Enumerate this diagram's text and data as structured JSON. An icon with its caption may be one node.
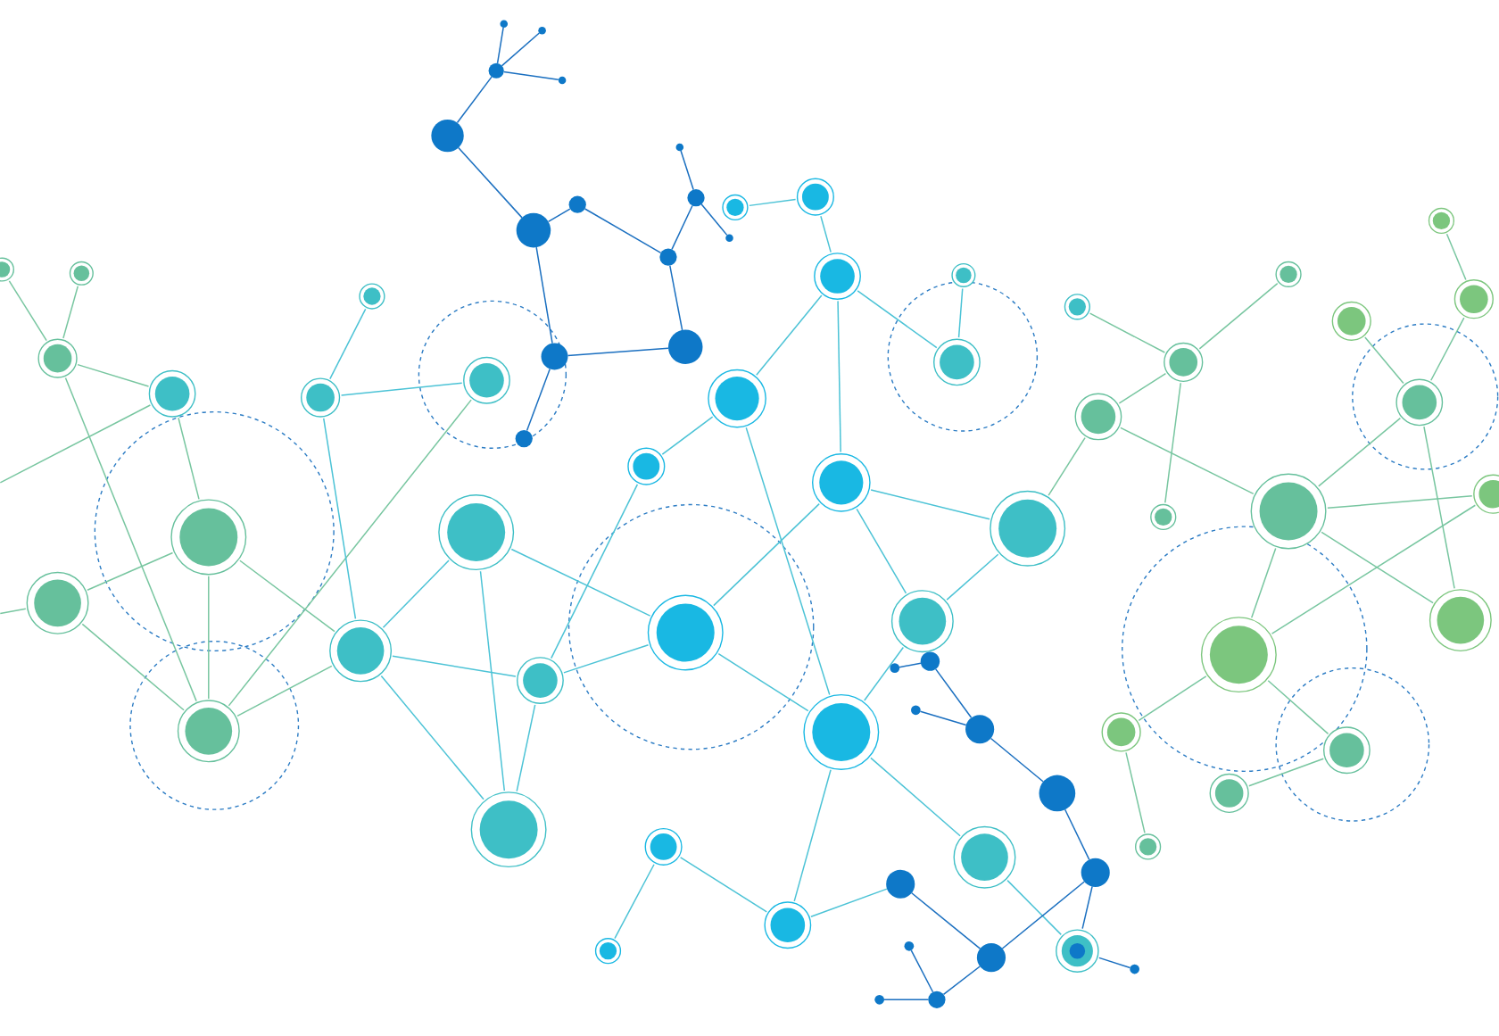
{
  "diagram": {
    "nodes": [
      {
        "text": [],
        "shape": "circle"
      },
      {
        "text": [],
        "shape": "circle"
      },
      {
        "text": [],
        "shape": "circle"
      },
      {
        "text": [],
        "shape": "circle"
      },
      {
        "text": [],
        "shape": "circle"
      },
      {
        "text": [],
        "shape": "circle"
      },
      {
        "text": [],
        "shape": "circle"
      },
      {
        "text": [],
        "shape": "circle"
      },
      {
        "text": [],
        "shape": "circle"
      },
      {
        "text": [],
        "shape": "circle"
      },
      {
        "text": [],
        "shape": "circle"
      },
      {
        "text": [],
        "shape": "circle"
      },
      {
        "text": [],
        "shape": "circle"
      },
      {
        "text": [],
        "shape": "circle"
      },
      {
        "text": [],
        "shape": "circle"
      },
      {
        "text": [],
        "shape": "circle"
      },
      {
        "text": [],
        "shape": "circle"
      },
      {
        "text": [],
        "shape": "circle"
      },
      {
        "text": [],
        "shape": "circle"
      },
      {
        "text": [],
        "shape": "circle"
      },
      {
        "text": [],
        "shape": "circle"
      },
      {
        "text": [],
        "shape": "circle"
      },
      {
        "text": [],
        "shape": "circle"
      },
      {
        "text": [],
        "shape": "circle"
      },
      {
        "text": [],
        "shape": "circle"
      },
      {
        "text": [],
        "shape": "circle"
      },
      {
        "text": [],
        "shape": "circle"
      },
      {
        "text": [],
        "shape": "circle"
      },
      {
        "text": [],
        "shape": "circle"
      },
      {
        "text": [],
        "shape": "circle"
      },
      {
        "text": [],
        "shape": "circle"
      },
      {
        "text": [],
        "shape": "circle"
      },
      {
        "text": [],
        "shape": "circle"
      },
      {
        "text": [],
        "shape": "circle"
      },
      {
        "text": [],
        "shape": "circle"
      },
      {
        "text": [],
        "shape": "circle"
      },
      {
        "text": [],
        "shape": "circle"
      },
      {
        "text": [],
        "shape": "circle"
      },
      {
        "text": [],
        "shape": "circle"
      },
      {
        "text": [],
        "shape": "circle"
      },
      {
        "text": [],
        "shape": "circle"
      },
      {
        "text": [],
        "shape": "circle"
      },
      {
        "text": [],
        "shape": "circle"
      },
      {
        "text": [],
        "shape": "circle"
      },
      {
        "text": [],
        "shape": "circle"
      },
      {
        "text": [],
        "shape": "circle"
      },
      {
        "text": [],
        "shape": "circle"
      },
      {
        "text": [],
        "shape": "circle"
      },
      {
        "text": [],
        "shape": "circle"
      },
      {
        "text": [],
        "shape": "circle"
      },
      {
        "text": [],
        "shape": "circle"
      },
      {
        "text": [],
        "shape": "circle"
      },
      {
        "text": [],
        "shape": "circle"
      },
      {
        "text": [],
        "shape": "circle"
      },
      {
        "text": [],
        "shape": "circle"
      },
      {
        "text": [],
        "shape": "circle"
      },
      {
        "text": [],
        "shape": "circle"
      },
      {
        "text": [],
        "shape": "circle"
      },
      {
        "text": [],
        "shape": "circle"
      },
      {
        "text": [],
        "shape": "circle"
      },
      {
        "text": [],
        "shape": "circle"
      },
      {
        "text": [],
        "shape": "circle"
      },
      {
        "text": [],
        "shape": "circle"
      },
      {
        "text": [],
        "shape": "circle"
      },
      {
        "text": [],
        "shape": "circle"
      },
      {
        "text": [],
        "shape": "circle"
      },
      {
        "text": [],
        "shape": "circle"
      },
      {
        "text": [],
        "shape": "circle"
      },
      {
        "text": [],
        "shape": "circle"
      },
      {
        "text": [],
        "shape": "circle"
      },
      {
        "text": [],
        "shape": "circle"
      },
      {
        "text": [],
        "shape": "circle"
      },
      {
        "text": [],
        "shape": "circle"
      },
      {
        "text": [],
        "shape": "circle"
      }
    ],
    "edges": [
      {
        "from": 0,
        "to": 3,
        "arrow": "none",
        "color": "#1a6fc0"
      },
      {
        "from": 1,
        "to": 3,
        "arrow": "none",
        "color": "#1a6fc0"
      },
      {
        "from": 2,
        "to": 3,
        "arrow": "none",
        "color": "#1a6fc0"
      },
      {
        "from": 3,
        "to": 4,
        "arrow": "none",
        "color": "#1a6fc0"
      },
      {
        "from": 4,
        "to": 5,
        "arrow": "none",
        "color": "#1a6fc0"
      },
      {
        "from": 5,
        "to": 6,
        "arrow": "none",
        "color": "#1a6fc0"
      },
      {
        "from": 6,
        "to": 10,
        "arrow": "none",
        "color": "#1a6fc0"
      },
      {
        "from": 7,
        "to": 8,
        "arrow": "none",
        "color": "#1a6fc0"
      },
      {
        "from": 8,
        "to": 10,
        "arrow": "none",
        "color": "#1a6fc0"
      },
      {
        "from": 8,
        "to": 9,
        "arrow": "none",
        "color": "#1a6fc0"
      },
      {
        "from": 10,
        "to": 11,
        "arrow": "none",
        "color": "#1a6fc0"
      },
      {
        "from": 11,
        "to": 12,
        "arrow": "none",
        "color": "#1a6fc0"
      },
      {
        "from": 12,
        "to": 5,
        "arrow": "none",
        "color": "#1a6fc0"
      },
      {
        "from": 12,
        "to": 13,
        "arrow": "none",
        "color": "#1a6fc0"
      },
      {
        "from": 14,
        "to": 15,
        "arrow": "none",
        "color": "#4cc3d6"
      },
      {
        "from": 15,
        "to": 16,
        "arrow": "none",
        "color": "#4cc3d6"
      },
      {
        "from": 16,
        "to": 17,
        "arrow": "none",
        "color": "#4cc3d6"
      },
      {
        "from": 16,
        "to": 19,
        "arrow": "none",
        "color": "#4cc3d6"
      },
      {
        "from": 16,
        "to": 21,
        "arrow": "none",
        "color": "#4cc3d6"
      },
      {
        "from": 20,
        "to": 21,
        "arrow": "none",
        "color": "#4cc3d6"
      },
      {
        "from": 17,
        "to": 18,
        "arrow": "none",
        "color": "#4cc3d6"
      },
      {
        "from": 17,
        "to": 39,
        "arrow": "none",
        "color": "#4cc3d6"
      },
      {
        "from": 18,
        "to": 34,
        "arrow": "none",
        "color": "#4cc3d6"
      },
      {
        "from": 22,
        "to": 24,
        "arrow": "none",
        "color": "#78c6a0"
      },
      {
        "from": 23,
        "to": 24,
        "arrow": "none",
        "color": "#78c6a0"
      },
      {
        "from": 24,
        "to": 25,
        "arrow": "none",
        "color": "#78c6a0"
      },
      {
        "from": 24,
        "to": 31,
        "arrow": "none",
        "color": "#78c6a0"
      },
      {
        "from": 25,
        "to": null,
        "arrow": "none",
        "color": "#78c6a0"
      },
      {
        "from": 25,
        "to": 29,
        "arrow": "none",
        "color": "#78c6a0"
      },
      {
        "from": 29,
        "to": 31,
        "arrow": "none",
        "color": "#78c6a0"
      },
      {
        "from": 29,
        "to": 30,
        "arrow": "none",
        "color": "#78c6a0"
      },
      {
        "from": 30,
        "to": 31,
        "arrow": "none",
        "color": "#78c6a0"
      },
      {
        "from": 30,
        "to": null,
        "arrow": "none",
        "color": "#78c6a0"
      },
      {
        "from": 29,
        "to": 32,
        "arrow": "none",
        "color": "#78c6a0"
      },
      {
        "from": 31,
        "to": 32,
        "arrow": "none",
        "color": "#78c6a0"
      },
      {
        "from": 31,
        "to": 28,
        "arrow": "none",
        "color": "#78c6a0"
      },
      {
        "from": 26,
        "to": 27,
        "arrow": "none",
        "color": "#4cc3d6"
      },
      {
        "from": 27,
        "to": 28,
        "arrow": "none",
        "color": "#4cc3d6"
      },
      {
        "from": 27,
        "to": 32,
        "arrow": "none",
        "color": "#4cc3d6"
      },
      {
        "from": 32,
        "to": 33,
        "arrow": "none",
        "color": "#4cc3d6"
      },
      {
        "from": 32,
        "to": 34,
        "arrow": "none",
        "color": "#4cc3d6"
      },
      {
        "from": 32,
        "to": 36,
        "arrow": "none",
        "color": "#4cc3d6"
      },
      {
        "from": 33,
        "to": 36,
        "arrow": "none",
        "color": "#4cc3d6"
      },
      {
        "from": 33,
        "to": 35,
        "arrow": "none",
        "color": "#4cc3d6"
      },
      {
        "from": 34,
        "to": 35,
        "arrow": "none",
        "color": "#4cc3d6"
      },
      {
        "from": 34,
        "to": 36,
        "arrow": "none",
        "color": "#4cc3d6"
      },
      {
        "from": 35,
        "to": 19,
        "arrow": "none",
        "color": "#4cc3d6"
      },
      {
        "from": 35,
        "to": 39,
        "arrow": "none",
        "color": "#4cc3d6"
      },
      {
        "from": 19,
        "to": 37,
        "arrow": "none",
        "color": "#4cc3d6"
      },
      {
        "from": 19,
        "to": 38,
        "arrow": "none",
        "color": "#4cc3d6"
      },
      {
        "from": 38,
        "to": 37,
        "arrow": "none",
        "color": "#4cc3d6"
      },
      {
        "from": 38,
        "to": 39,
        "arrow": "none",
        "color": "#4cc3d6"
      },
      {
        "from": 40,
        "to": 41,
        "arrow": "none",
        "color": "#4cc3d6"
      },
      {
        "from": 40,
        "to": 42,
        "arrow": "none",
        "color": "#4cc3d6"
      },
      {
        "from": 42,
        "to": 39,
        "arrow": "none",
        "color": "#4cc3d6"
      },
      {
        "from": 42,
        "to": 44,
        "arrow": "none",
        "color": "#4cc3d6"
      },
      {
        "from": 44,
        "to": 45,
        "arrow": "none",
        "color": "#1a6fc0"
      },
      {
        "from": 39,
        "to": 43,
        "arrow": "none",
        "color": "#4cc3d6"
      },
      {
        "from": 43,
        "to": 46,
        "arrow": "none",
        "color": "#4cc3d6"
      },
      {
        "from": 45,
        "to": 47,
        "arrow": "none",
        "color": "#1a6fc0"
      },
      {
        "from": 47,
        "to": 48,
        "arrow": "none",
        "color": "#1a6fc0"
      },
      {
        "from": 48,
        "to": 49,
        "arrow": "none",
        "color": "#1a6fc0"
      },
      {
        "from": 49,
        "to": 50,
        "arrow": "none",
        "color": "#1a6fc0"
      },
      {
        "from": 50,
        "to": 51,
        "arrow": "none",
        "color": "#1a6fc0"
      },
      {
        "from": 52,
        "to": 49,
        "arrow": "none",
        "color": "#1a6fc0"
      },
      {
        "from": 47,
        "to": 46,
        "arrow": "none",
        "color": "#1a6fc0"
      },
      {
        "from": 46,
        "to": 56,
        "arrow": "none",
        "color": "#1a6fc0"
      },
      {
        "from": 45,
        "to": 53,
        "arrow": "none",
        "color": "#1a6fc0"
      },
      {
        "from": 53,
        "to": 54,
        "arrow": "none",
        "color": "#1a6fc0"
      },
      {
        "from": 53,
        "to": 55,
        "arrow": "none",
        "color": "#1a6fc0"
      },
      {
        "from": 57,
        "to": 59,
        "arrow": "none",
        "color": "#78c6a0"
      },
      {
        "from": 58,
        "to": 59,
        "arrow": "none",
        "color": "#78c6a0"
      },
      {
        "from": 59,
        "to": 60,
        "arrow": "none",
        "color": "#78c6a0"
      },
      {
        "from": 59,
        "to": 61,
        "arrow": "none",
        "color": "#78c6a0"
      },
      {
        "from": 60,
        "to": 37,
        "arrow": "none",
        "color": "#78c6a0"
      },
      {
        "from": 60,
        "to": 62,
        "arrow": "none",
        "color": "#78c6a0"
      },
      {
        "from": 62,
        "to": 66,
        "arrow": "none",
        "color": "#78c6a0"
      },
      {
        "from": 62,
        "to": 67,
        "arrow": "none",
        "color": "#78c6a0"
      },
      {
        "from": 62,
        "to": 68,
        "arrow": "none",
        "color": "#78c6a0"
      },
      {
        "from": 62,
        "to": 69,
        "arrow": "none",
        "color": "#78c6a0"
      },
      {
        "from": 63,
        "to": 64,
        "arrow": "none",
        "color": "#78c6a0"
      },
      {
        "from": 64,
        "to": 66,
        "arrow": "none",
        "color": "#78c6a0"
      },
      {
        "from": 65,
        "to": 66,
        "arrow": "none",
        "color": "#78c6a0"
      },
      {
        "from": 66,
        "to": 68,
        "arrow": "none",
        "color": "#78c6a0"
      },
      {
        "from": 69,
        "to": 67,
        "arrow": "none",
        "color": "#78c6a0"
      },
      {
        "from": 69,
        "to": 70,
        "arrow": "none",
        "color": "#78c6a0"
      },
      {
        "from": 69,
        "to": 71,
        "arrow": "none",
        "color": "#78c6a0"
      },
      {
        "from": 71,
        "to": 72,
        "arrow": "none",
        "color": "#78c6a0"
      },
      {
        "from": 70,
        "to": 73,
        "arrow": "none",
        "color": "#78c6a0"
      }
    ]
  }
}
